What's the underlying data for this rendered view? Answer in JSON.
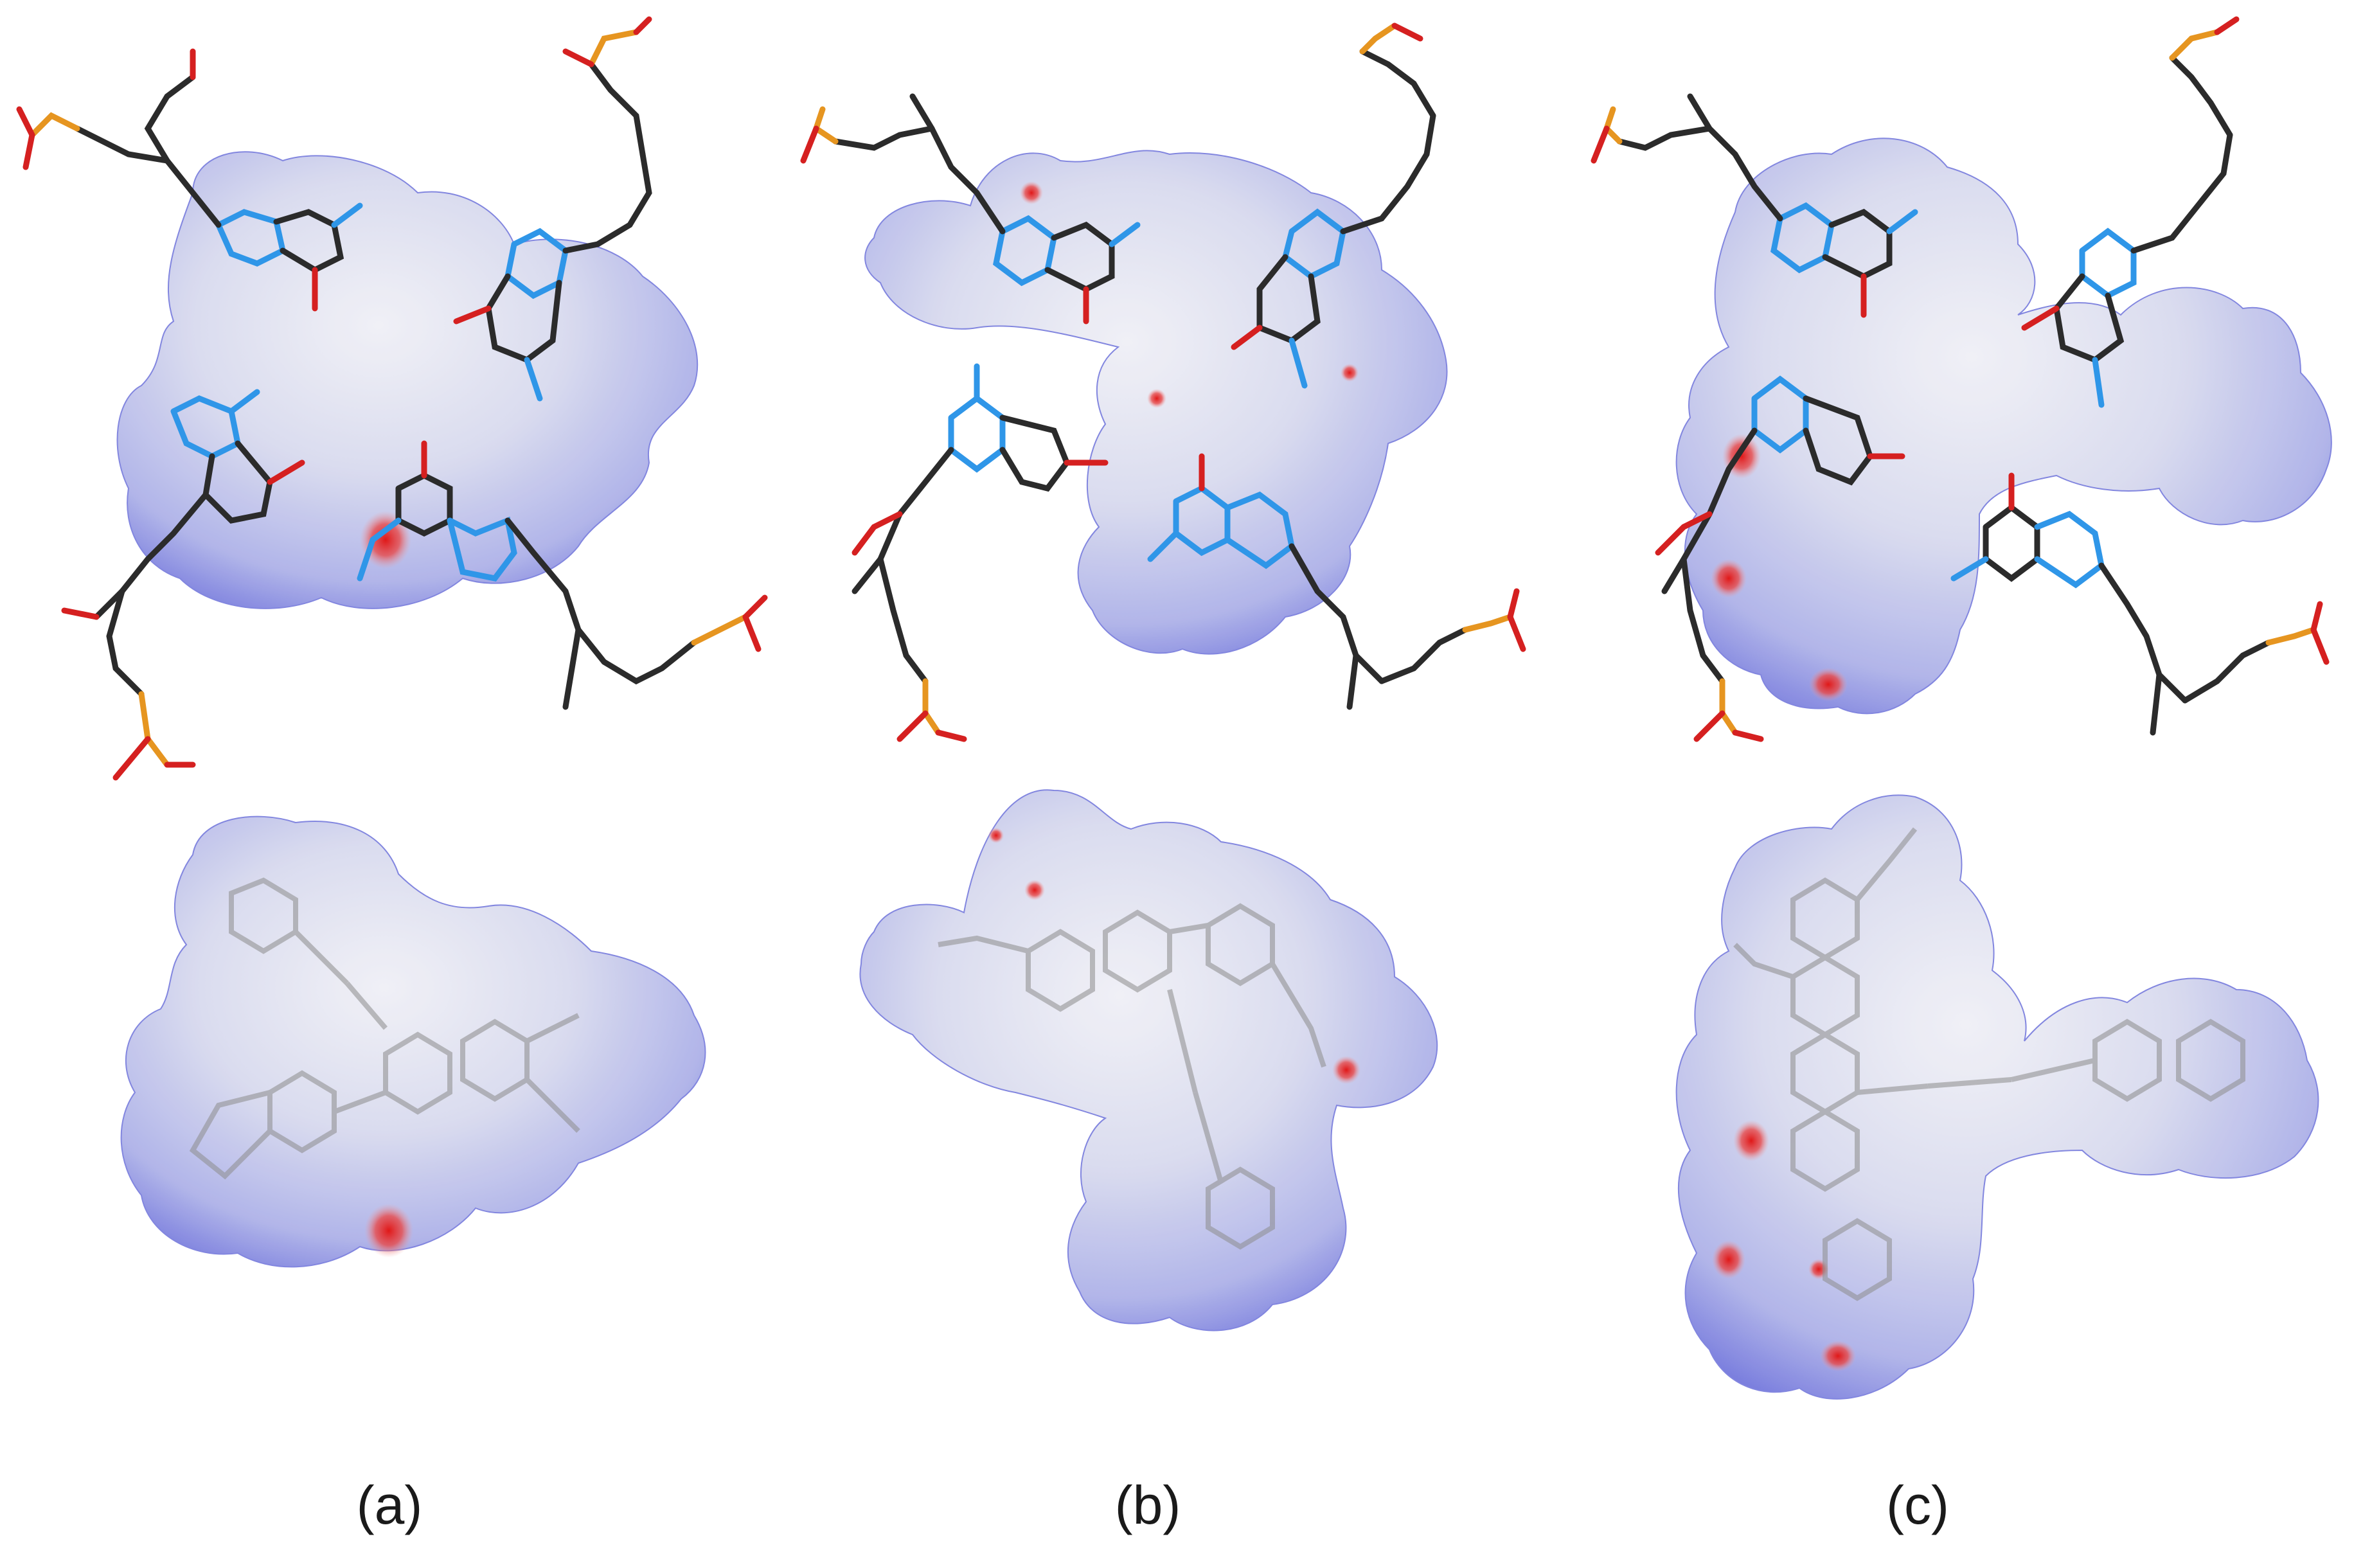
{
  "panels": [
    {
      "label": "(a)"
    },
    {
      "label": "(b)"
    },
    {
      "label": "(c)"
    }
  ],
  "colors": {
    "background": "#ffffff",
    "surface_fill": "#d3d5ee",
    "surface_edge": "#6b6fd8",
    "contact_red": "#e02020",
    "carbon_bond": "#2b2b2b",
    "nitrogen_bond": "#2f96e8",
    "oxygen_bond": "#d52020",
    "phosphorus_bond": "#e69520",
    "hydrogen_bond": "#d9d9c8",
    "ligand_ghost": "#8c8c8c"
  },
  "icons": {
    "surface": "hirshfeld-surface",
    "structure": "stick-molecule"
  }
}
